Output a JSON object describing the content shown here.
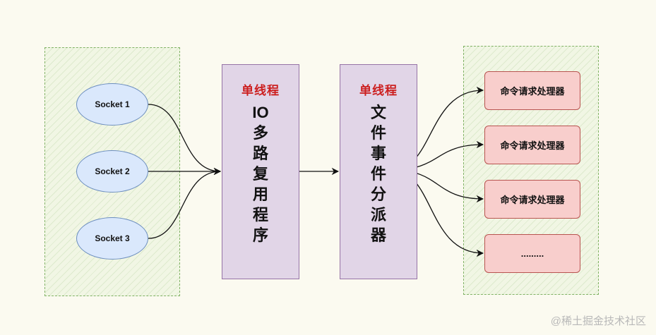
{
  "sockets": [
    "Socket 1",
    "Socket 2",
    "Socket 3"
  ],
  "io_multiplexer": {
    "tag": "单线程",
    "label": "IO多路复用程序"
  },
  "event_dispatcher": {
    "tag": "单线程",
    "label": "文件事件分派器"
  },
  "handlers": [
    "命令请求处理器",
    "命令请求处理器",
    "命令请求处理器",
    "........."
  ],
  "watermark": "@稀土掘金技术社区",
  "colors": {
    "socket_fill": "#dae8fc",
    "process_fill": "#e1d5e7",
    "handler_fill": "#f8cecc",
    "group_border": "#82b366",
    "tag_text": "#cc1f1f"
  }
}
